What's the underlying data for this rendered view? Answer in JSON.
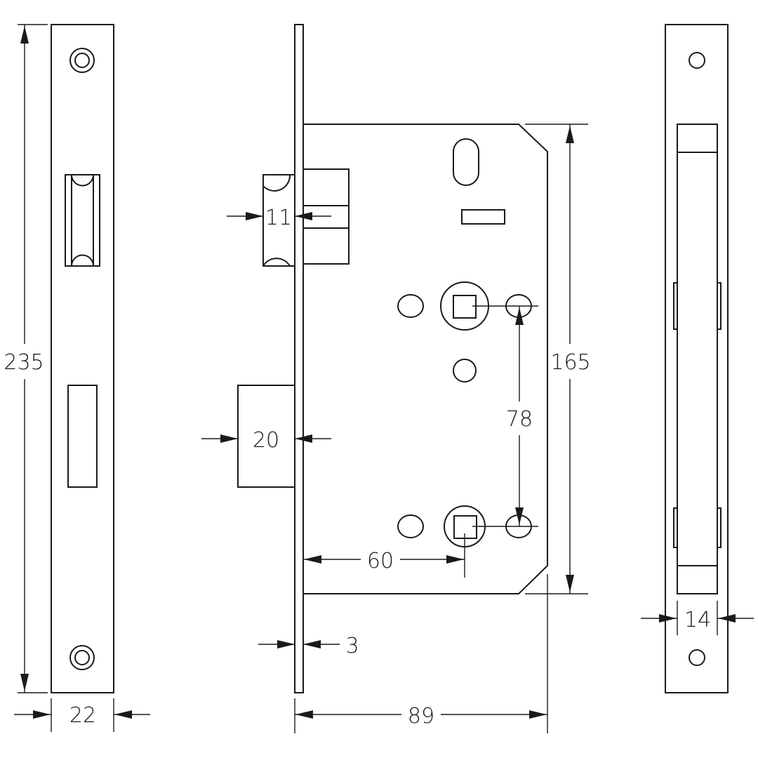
{
  "drawing": {
    "colors": {
      "line": "#1a1a1a",
      "background": "#ffffff"
    },
    "dimensions": {
      "overall_height": "235",
      "faceplate_width": "22",
      "latch_projection": "11",
      "deadbolt_projection": "20",
      "forend_thickness": "3",
      "backset": "60",
      "centres": "78",
      "case_height": "165",
      "overall_depth": "89",
      "case_thickness": "14"
    }
  }
}
